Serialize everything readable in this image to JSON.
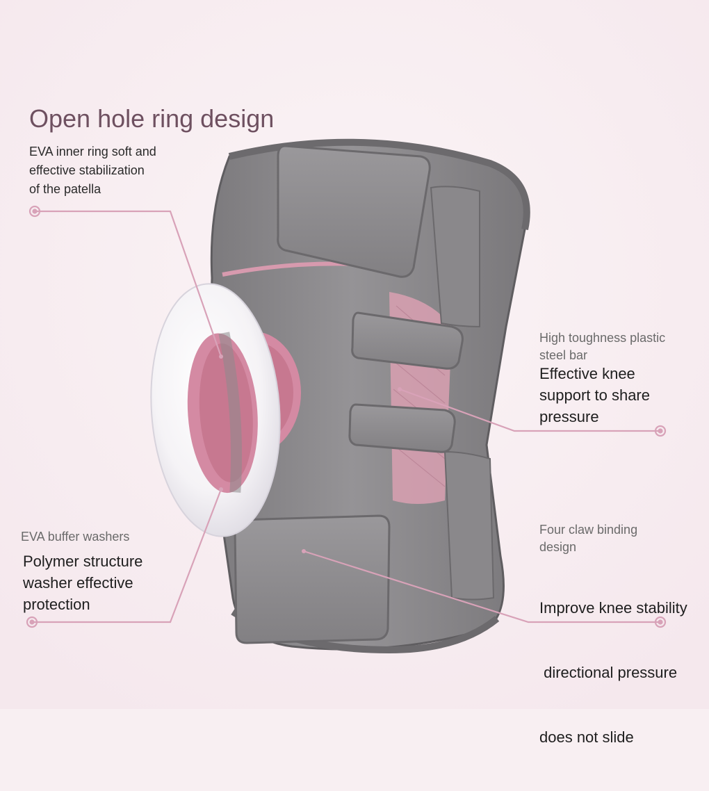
{
  "features": {
    "ring": {
      "title": "Open hole ring design",
      "description_lines": [
        "EVA inner ring soft and",
        "effective stabilization",
        "of the patella"
      ]
    },
    "steel_bar": {
      "label_lines": [
        "High toughness plastic",
        "steel bar"
      ],
      "description_lines": [
        "Effective knee",
        "support to share",
        "pressure"
      ]
    },
    "washers": {
      "label": "EVA buffer washers",
      "description_lines": [
        "Polymer structure",
        "washer effective",
        "protection"
      ]
    },
    "claw": {
      "label_lines": [
        "Four claw binding",
        "design"
      ],
      "description_lines": [
        "Improve knee stability",
        " directional pressure",
        "does not slide"
      ]
    }
  },
  "colors": {
    "background": "#f8eff2",
    "brace_grey": "#8c8a8c",
    "brace_dark": "#6f6d70",
    "accent_pink": "#d79aae",
    "leader_line": "#d8a2b8",
    "title": "#6e5060"
  }
}
